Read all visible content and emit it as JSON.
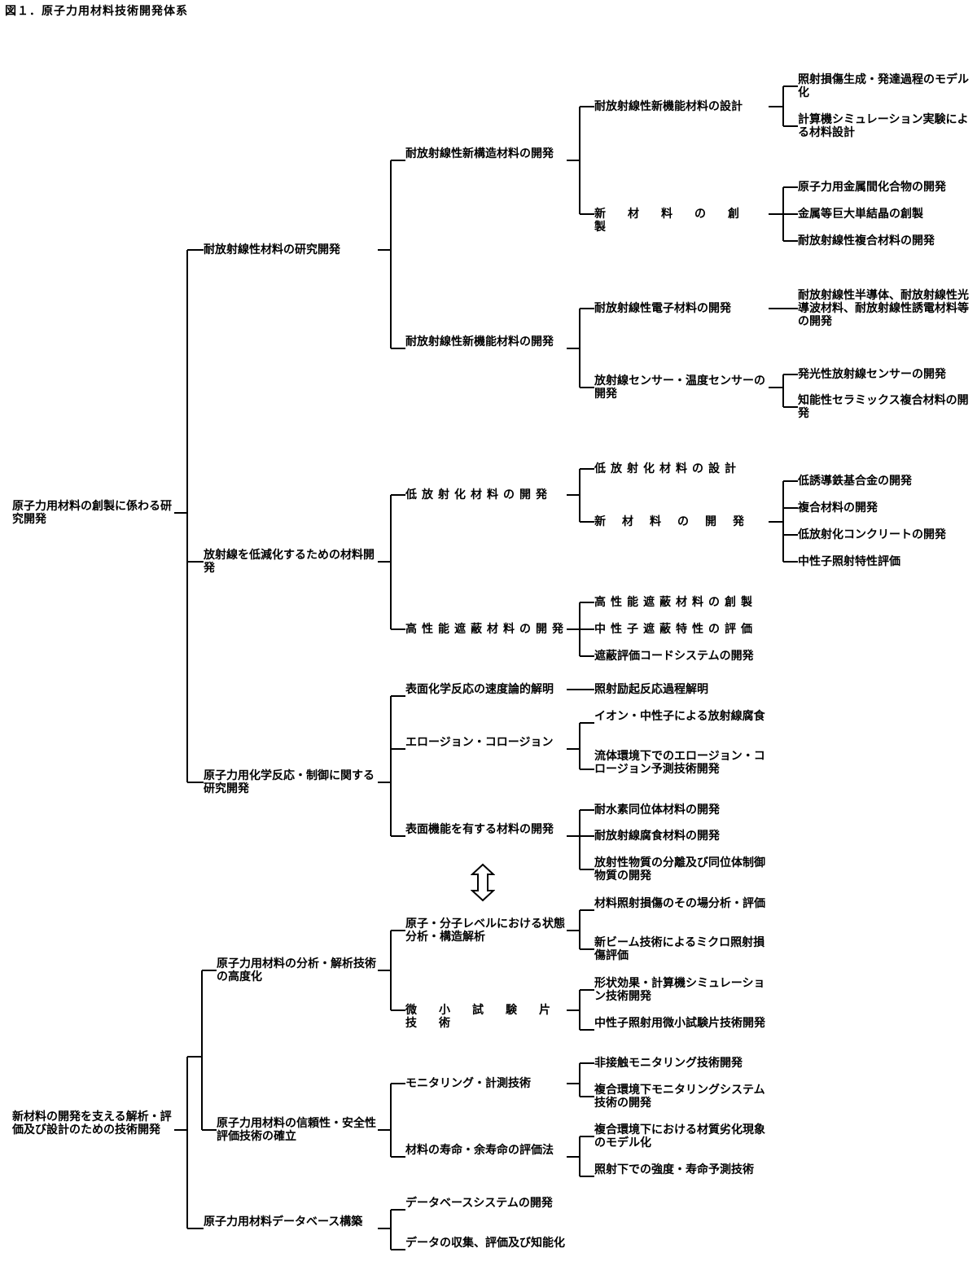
{
  "title": "図１．原子力用材料技術開発体系",
  "nodes": {
    "root1": "原子力用材料の創製に係わる研究開発",
    "a": "耐放射線性材料の研究開発",
    "a1": "耐放射線性新構造材料の開発",
    "a1x": "耐放射線性新機能材料の設計",
    "a1x1": "照射損傷生成・発達過程のモデル化",
    "a1x2": "計算機シミュレーション実験による材料設計",
    "a1y": "新材料の創製",
    "a1y1": "原子力用金属間化合物の開発",
    "a1y2": "金属等巨大単結晶の創製",
    "a1y3": "耐放射線性複合材料の開発",
    "a2": "耐放射線性新機能材料の開発",
    "a2x": "耐放射線性電子材料の開発",
    "a2x1": "耐放射線性半導体、耐放射線性光導波材料、耐放射線性誘電材料等の開発",
    "a2y": "放射線センサー・温度センサーの開発",
    "a2y1": "発光性放射線センサーの開発",
    "a2y2": "知能性セラミックス複合材料の開発",
    "b": "放射線を低減化するための材料開発",
    "b1": "低放射化材料の開発",
    "b1x": "低放射化材料の設計",
    "b1y": "新材料の開発",
    "b1y1": "低誘導鉄基合金の開発",
    "b1y2": "複合材料の開発",
    "b1y3": "低放射化コンクリートの開発",
    "b1y4": "中性子照射特性評価",
    "b2": "高性能遮蔽材料の開発",
    "b2x": "高性能遮蔽材料の創製",
    "b2y": "中性子遮蔽特性の評価",
    "b2z": "遮蔽評価コードシステムの開発",
    "c": "原子力用化学反応・制御に関する研究開発",
    "c1": "表面化学反応の速度論的解明",
    "c1x": "照射励起反応過程解明",
    "c2": "エロージョン・コロージョン",
    "c2x": "イオン・中性子による放射線腐食",
    "c2y": "流体環境下でのエロージョン・コロージョン予測技術開発",
    "c3": "表面機能を有する材料の開発",
    "c3x": "耐水素同位体材料の開発",
    "c3y": "耐放射線腐食材料の開発",
    "c3z": "放射性物質の分離及び同位体制御物質の開発",
    "root2": "新材料の開発を支える解析・評価及び設計のための技術開発",
    "d": "原子力用材料の分析・解析技術の高度化",
    "d1": "原子・分子レベルにおける状態分析・構造解析",
    "d1x": "材料照射損傷のその場分析・評価",
    "d1y": "新ビーム技術によるミクロ照射損傷評価",
    "d2": "微小試験片技術",
    "d2x": "形状効果・計算機シミュレーション技術開発",
    "d2y": "中性子照射用微小試験片技術開発",
    "e": "原子力用材料の信頼性・安全性評価技術の確立",
    "e1": "モニタリング・計測技術",
    "e1x": "非接触モニタリング技術開発",
    "e1y": "複合環境下モニタリングシステム技術の開発",
    "e2": "材料の寿命・余寿命の評価法",
    "e2x": "複合環境下における材質劣化現象のモデル化",
    "e2y": "照射下での強度・寿命予測技術",
    "f": "原子力用材料データベース構築",
    "f1": "データベースシステムの開発",
    "f2": "データの収集、評価及び知能化"
  }
}
